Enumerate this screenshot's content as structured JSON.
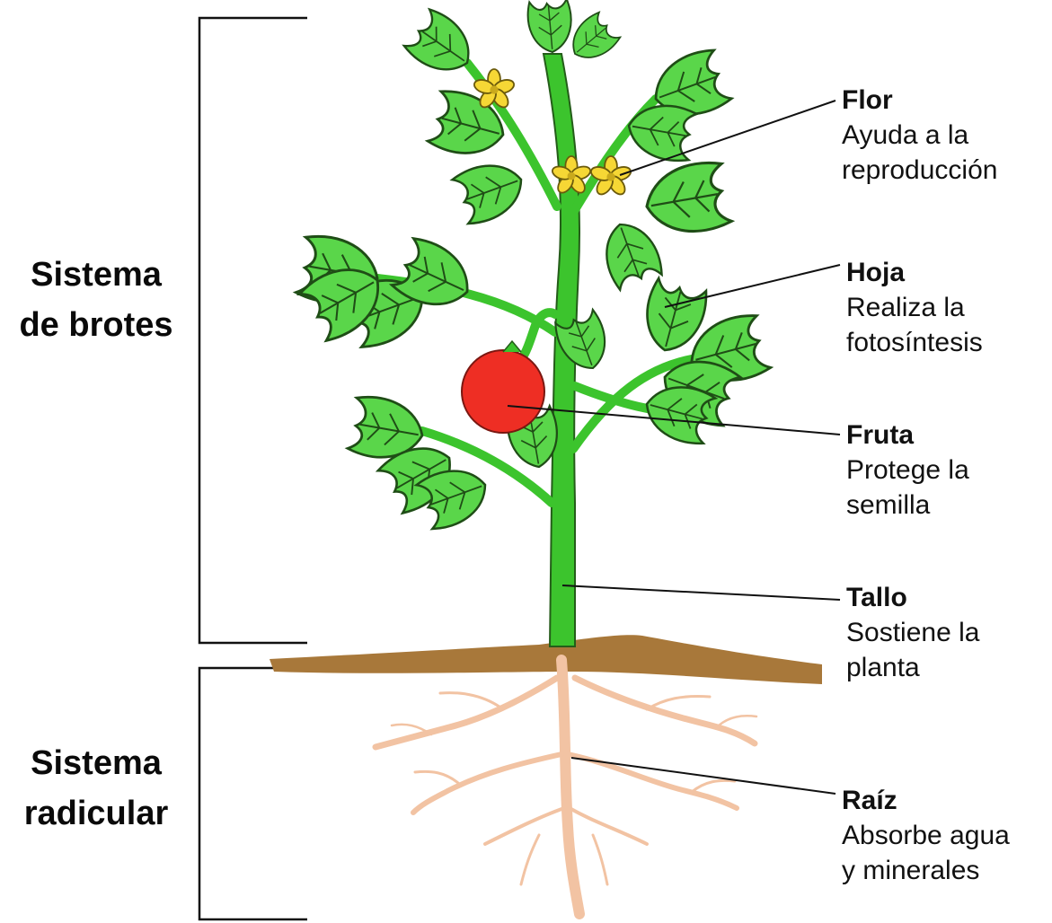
{
  "systems": {
    "shoot": {
      "line1": "Sistema",
      "line2": "de brotes"
    },
    "root": {
      "line1": "Sistema",
      "line2": "radicular"
    }
  },
  "labels": {
    "flower": {
      "title": "Flor",
      "line1": "Ayuda a la",
      "line2": "reproducción"
    },
    "leaf": {
      "title": "Hoja",
      "line1": "Realiza la",
      "line2": "fotosíntesis"
    },
    "fruit": {
      "title": "Fruta",
      "line1": "Protege la",
      "line2": "semilla"
    },
    "stem": {
      "title": "Tallo",
      "line1": "Sostiene la",
      "line2": "planta"
    },
    "root": {
      "title": "Raíz",
      "line1": "Absorbe agua",
      "line2": "y minerales"
    }
  },
  "colors": {
    "stem": "#3cc42d",
    "leaf": "#5ad64a",
    "leaf_outline": "#1f4d16",
    "fruit": "#ee2e24",
    "flower": "#f6d735",
    "soil": "#a8783a",
    "root": "#f2c3a3",
    "bracket": "#111111"
  }
}
